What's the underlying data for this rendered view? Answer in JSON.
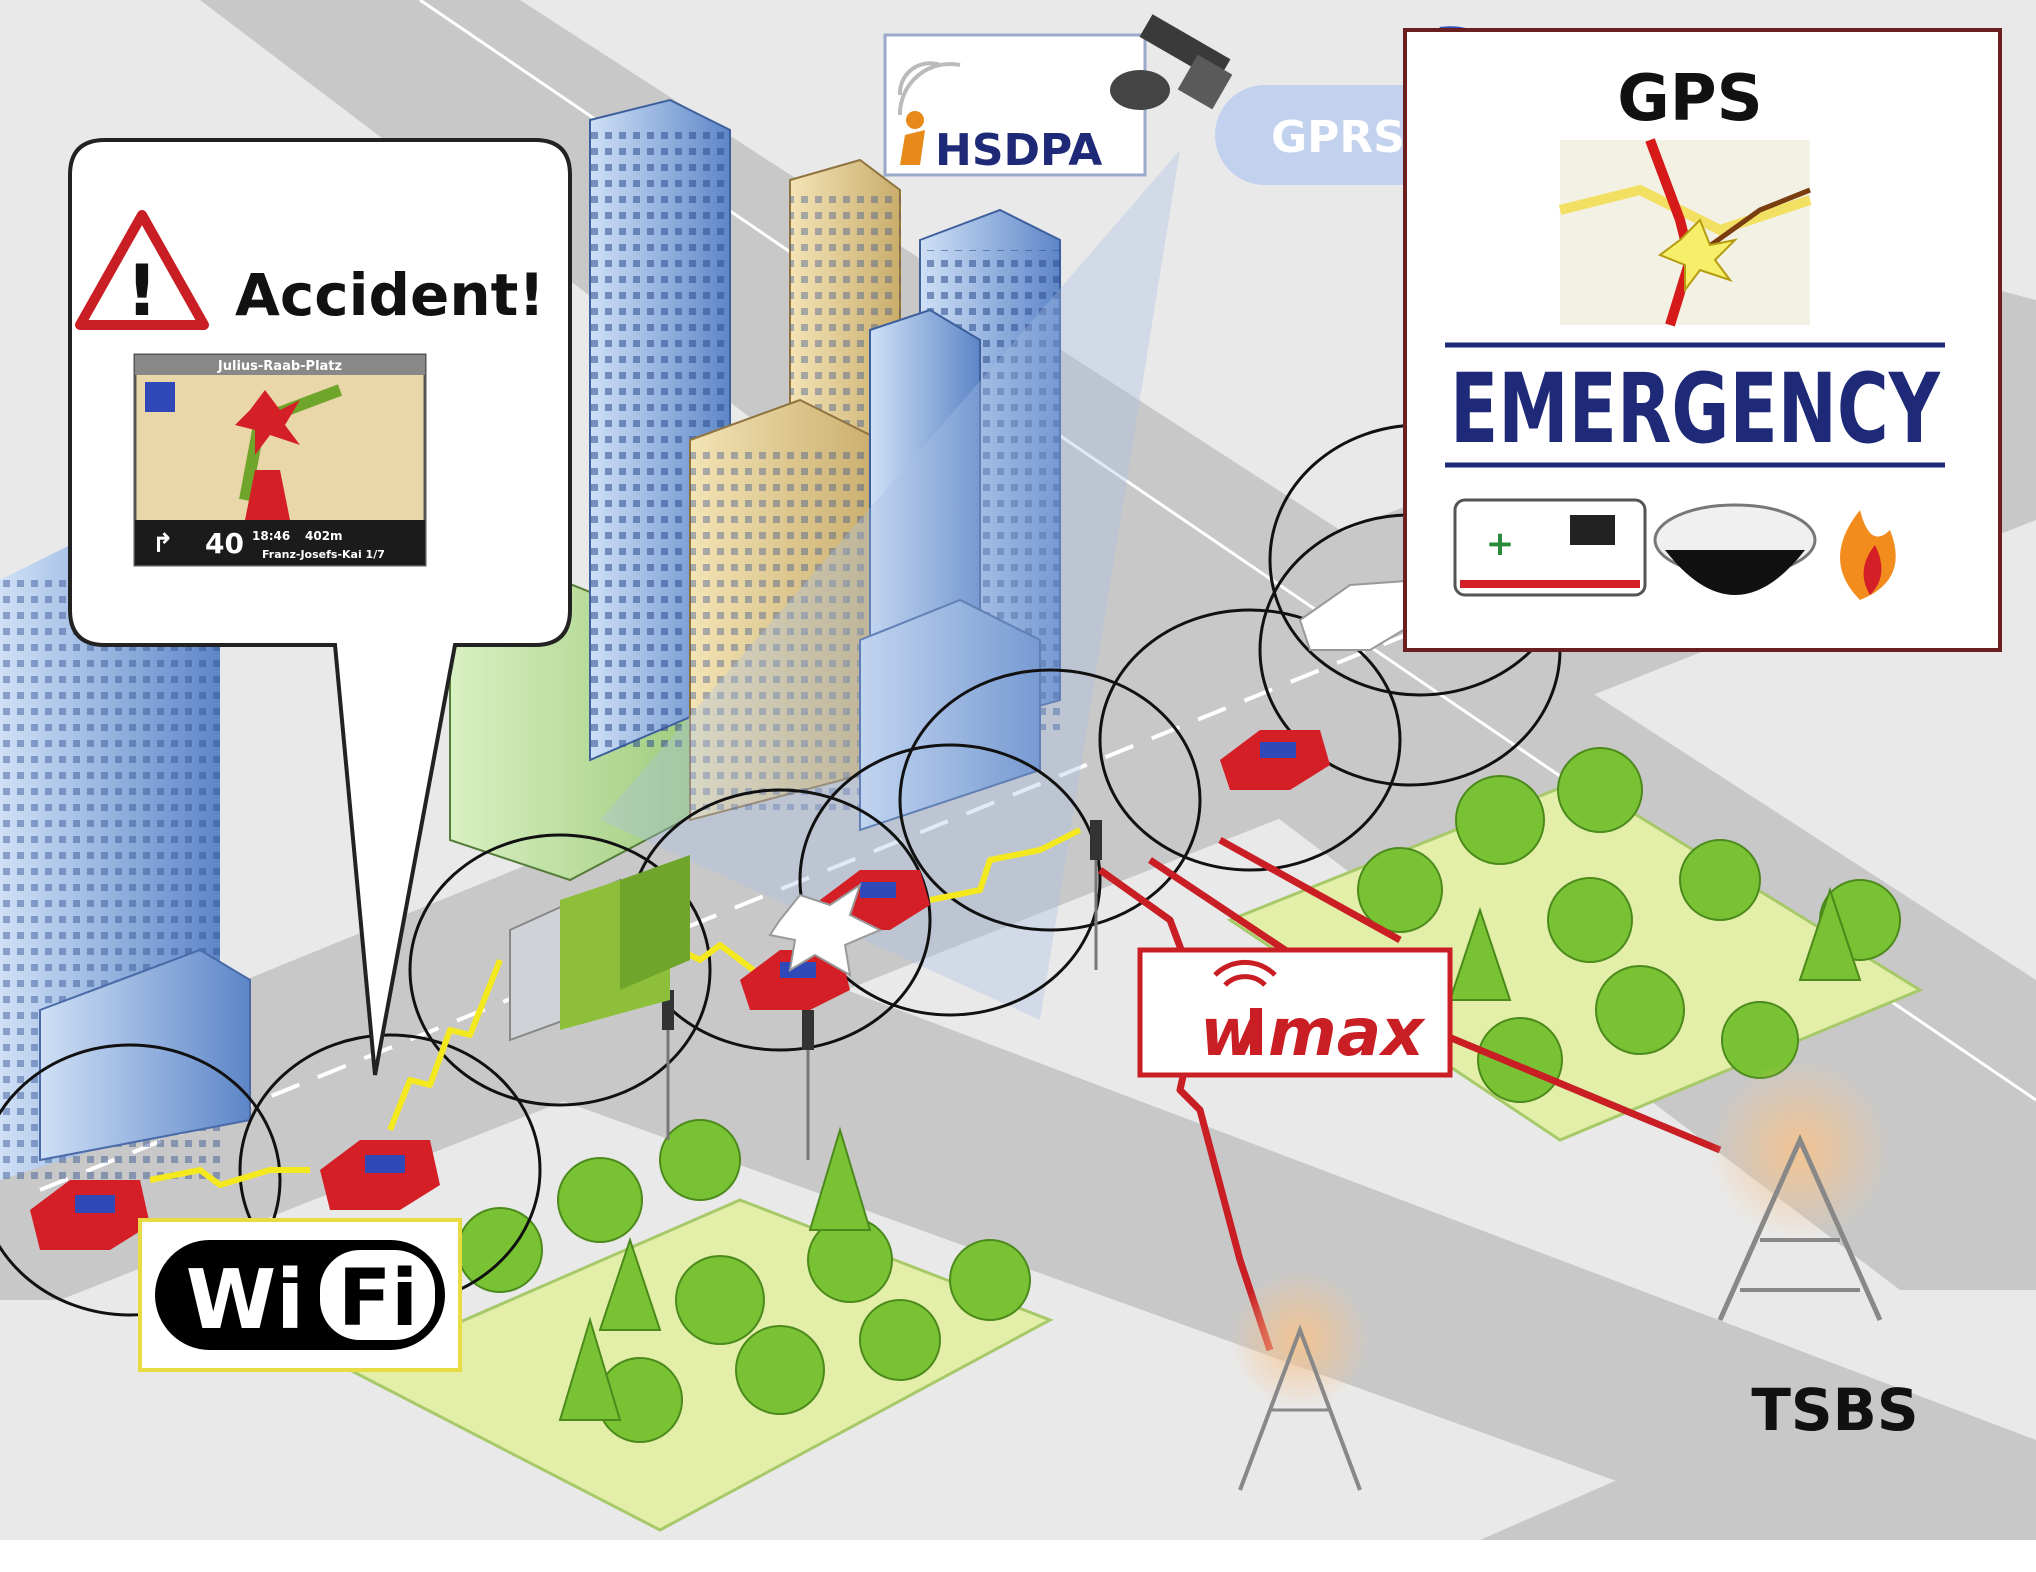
{
  "callout": {
    "title": "Accident!",
    "street": "Julius-Raab-Platz",
    "speed": "40",
    "time": "18:46",
    "dist": "402m",
    "road": "Franz-Josefs-Kai 1/7"
  },
  "networks": {
    "hsdpa": "HSDPA",
    "gprs": "GPRS",
    "wifi_left": "Wi",
    "wifi_right": "Fi",
    "wimax_w": "w",
    "wimax_rest": "max"
  },
  "gps_panel": {
    "gps": "GPS",
    "emergency": "EMERGENCY"
  },
  "tower_label": "TSBS",
  "colors": {
    "road": "#c9c9c9",
    "grass": "#e3efa9",
    "tree": "#79c234",
    "car": "#d41f27",
    "link_wifi": "#f4e81e",
    "link_wimax": "#c81e24",
    "emergency_text": "#1e2a78"
  }
}
